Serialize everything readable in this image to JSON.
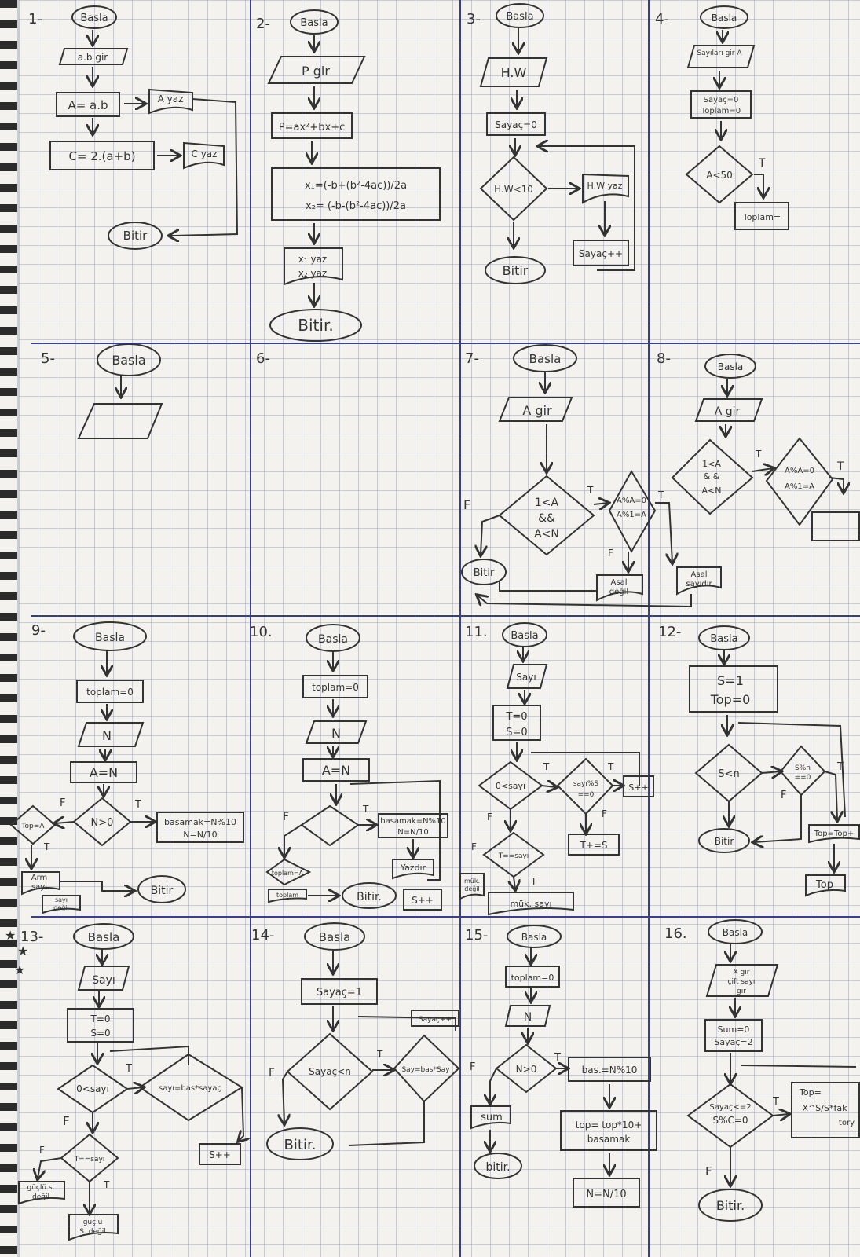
{
  "cells": [
    {
      "number": "1-",
      "start": "Basla",
      "input": "a.b gir",
      "step1": "A= a.b",
      "out1": "A yaz",
      "step2": "C= 2.(a+b)",
      "out2": "C yaz",
      "end": "Bitir"
    },
    {
      "number": "2-",
      "start": "Basla",
      "input": "P gir",
      "step1": "P=ax²+bx+c",
      "step2a": "x₁=(-b+(b²-4ac))/2a",
      "step2b": "x₂= (-b-(b²-4ac))/2a",
      "out1": "x₁ yaz",
      "out2": "x₂ yaz",
      "end": "Bitir."
    },
    {
      "number": "3-",
      "start": "Basla",
      "input": "H.W",
      "init": "Sayaç=0",
      "cond": "H.W<10",
      "out": "H.W yaz",
      "inc": "Sayaç++",
      "end": "Bitir"
    },
    {
      "number": "4-",
      "start": "Basla",
      "input": "Sayıları gir A",
      "init1": "Sayaç=0",
      "init2": "Toplam=0",
      "cond": "A<50",
      "true": "T",
      "step": "Toplam="
    },
    {
      "number": "5-",
      "start": "Basla"
    },
    {
      "number": "6-"
    },
    {
      "number": "7-",
      "start": "Basla",
      "input": "A gir",
      "cond1": "1<A",
      "cond2": "&&",
      "cond3": "A<N",
      "cond4": "A%A=0",
      "cond5": "A%1=A",
      "true": "T",
      "false": "F",
      "end": "Bitir",
      "out1a": "Asal",
      "out1b": "değil",
      "out2a": "Asal",
      "out2b": "sayıdır"
    },
    {
      "number": "8-",
      "start": "Basla",
      "input": "A gir",
      "cond1": "1<A",
      "cond2": "& &",
      "cond3": "A<N",
      "cond4": "A%A=0",
      "cond5": "A%1=A",
      "true": "T"
    },
    {
      "number": "9-",
      "start": "Basla",
      "init": "toplam=0",
      "input": "N",
      "assign": "A=N",
      "cond": "N>0",
      "true": "T",
      "false": "F",
      "calc1": "basamak=N%10",
      "calc2": "N=N/10",
      "cond2": "Top=A",
      "out1a": "Arm",
      "out1b": "sayı",
      "out2a": "sayı",
      "out2b": "değil",
      "end": "Bitir"
    },
    {
      "number": "10.",
      "start": "Basla",
      "init": "toplam=0",
      "input": "N",
      "assign": "A=N",
      "false": "F",
      "true": "T",
      "calc1": "basamak=N%10",
      "calc2": "N=N/10",
      "cond2": "toplam=A",
      "out": "toplam",
      "end": "Bitir.",
      "mid": "Yazdır",
      "inc": "S++"
    },
    {
      "number": "11.",
      "start": "Basla",
      "input": "Sayı",
      "init1": "T=0",
      "init2": "S=0",
      "cond": "0<sayı",
      "cond2a": "sayı%S",
      "cond2b": "==0",
      "inc": "S++",
      "add": "T+=S",
      "cond3": "T==sayı",
      "true": "T",
      "false": "F",
      "out1a": "mük.",
      "out1b": "değil",
      "out2": "mük. sayı"
    },
    {
      "number": "12-",
      "start": "Basla",
      "init1": "S=1",
      "init2": "Top=0",
      "cond": "S<n",
      "cond2a": "S%n",
      "cond2b": "==0",
      "true": "T",
      "false": "F",
      "add": "Top=Top+",
      "out": "Top",
      "end": "Bitir"
    },
    {
      "number": "13-",
      "start": "Basla",
      "input": "Sayı",
      "init1": "T=0",
      "init2": "S=0",
      "cond": "0<sayı",
      "step": "sayı=bas*sayaç",
      "cond2": "T==sayı",
      "true": "T",
      "false": "F",
      "inc": "S++",
      "out1a": "güçlü s.",
      "out1b": "değil",
      "out2a": "güçlü",
      "out2b": "S. değil"
    },
    {
      "number": "14-",
      "start": "Basla",
      "init": "Sayaç=1",
      "inc": "Sayaç++",
      "cond": "Sayaç<n",
      "step": "Say=bas*Say",
      "true": "T",
      "false": "F",
      "end": "Bitir."
    },
    {
      "number": "15-",
      "start": "Basla",
      "init": "toplam=0",
      "input": "N",
      "cond": "N>0",
      "true": "T",
      "false": "F",
      "calc1": "bas.=N%10",
      "calc2a": "top= top*10+",
      "calc2b": "basamak",
      "calc3": "N=N/10",
      "out": "sum",
      "end": "bitir."
    },
    {
      "number": "16.",
      "start": "Basla",
      "input1": "X gir",
      "input2": "çift sayı",
      "input3": "gir",
      "init1": "Sum=0",
      "init2": "Sayaç=2",
      "cond1": "Sayaç<=2",
      "cond2": "S%C=0",
      "true": "T",
      "false": "F",
      "out1": "Top=",
      "out2": "X^S/S*fak",
      "out3": "tory",
      "end": "Bitir."
    }
  ],
  "margin_marks": [
    "★",
    "★",
    "★"
  ]
}
